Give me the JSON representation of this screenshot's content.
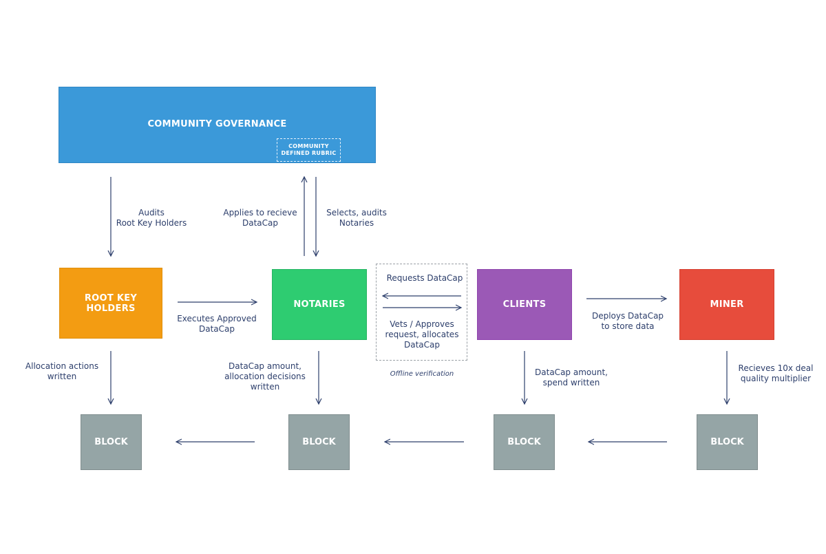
{
  "nodes": {
    "governance": "COMMUNITY GOVERNANCE",
    "rubric": "COMMUNITY\nDEFINED RUBRIC",
    "rootkey": "ROOT KEY\nHOLDERS",
    "notaries": "NOTARIES",
    "clients": "CLIENTS",
    "miner": "MINER",
    "block": "BLOCK"
  },
  "labels": {
    "audits_root": "Audits\nRoot Key Holders",
    "applies": "Applies to recieve\nDataCap",
    "selects": "Selects, audits\nNotaries",
    "executes": "Executes Approved\nDataCap",
    "requests": "Requests DataCap",
    "vets": "Vets / Approves\nrequest,  allocates\nDataCap",
    "offline": "Offline verification",
    "deploys": "Deploys DataCap\nto store data",
    "allocation_actions": "Allocation actions\nwritten",
    "notary_written": "DataCap amount,\nallocation decisions\nwritten",
    "client_written": "DataCap amount,\nspend written",
    "miner_receives": "Recieves 10x deal\nquality multiplier"
  },
  "colors": {
    "governance": "#3b99d9",
    "rootkey": "#f39c12",
    "notaries": "#2ecc71",
    "clients": "#9b59b6",
    "miner": "#e74c3c",
    "block": "#95a5a6",
    "arrow": "#2c3e6b"
  }
}
